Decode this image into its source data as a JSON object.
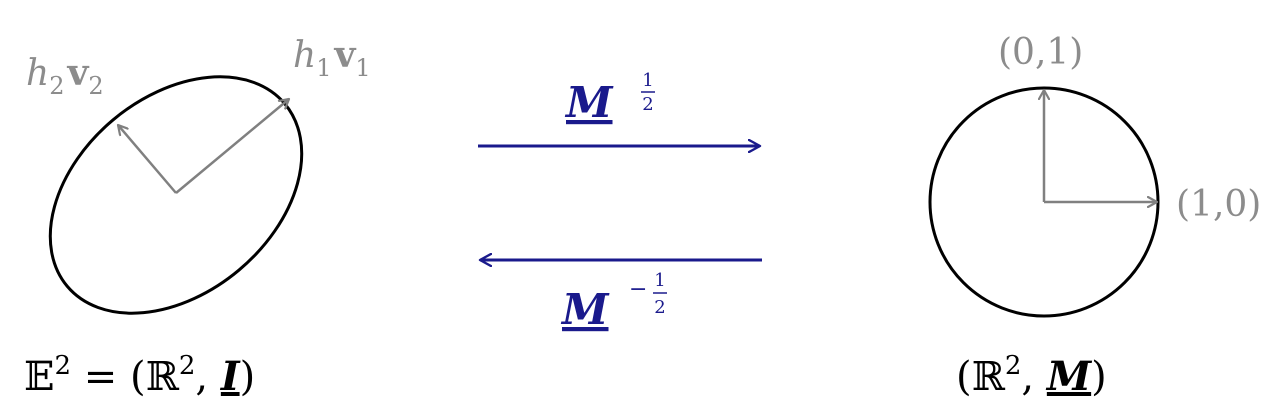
{
  "colors": {
    "shape_stroke": "#000000",
    "vector_stroke": "#808080",
    "label_gray": "#8c8c8c",
    "arrow_navy": "#1a1a8c",
    "text_black": "#000000"
  },
  "left_space": {
    "vector1": {
      "coef": "h",
      "coef_sub": "1",
      "vec": "v",
      "vec_sub": "1"
    },
    "vector2": {
      "coef": "h",
      "coef_sub": "2",
      "vec": "v",
      "vec_sub": "2"
    },
    "caption": {
      "E": "𝔼",
      "sup": "2",
      "eq": " = (",
      "R": "ℝ",
      "sup2": "2",
      "comma": ", ",
      "matrix": "I",
      "close": ")"
    }
  },
  "transforms": {
    "forward": {
      "matrix": "M",
      "exponent_num": "1",
      "exponent_den": "2",
      "sign": ""
    },
    "inverse": {
      "matrix": "M",
      "exponent_num": "1",
      "exponent_den": "2",
      "sign": "−"
    }
  },
  "right_space": {
    "axis_x_label": "(1,0)",
    "axis_y_label": "(0,1)",
    "caption": {
      "open": "(",
      "R": "ℝ",
      "sup": "2",
      "comma": ", ",
      "matrix": "M",
      "close": ")"
    }
  }
}
